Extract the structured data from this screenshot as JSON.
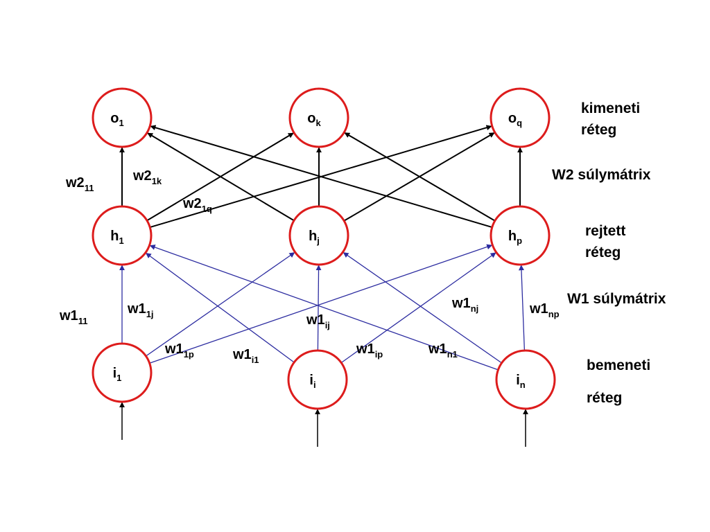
{
  "colors": {
    "node_stroke": "#dd1c1c",
    "output_edges": "#000000",
    "input_edges": "#2c2ca0",
    "text": "#000000"
  },
  "nodes": {
    "output": [
      {
        "id": "o1",
        "base": "o",
        "sub": "1"
      },
      {
        "id": "ok",
        "base": "o",
        "sub": "k"
      },
      {
        "id": "oq",
        "base": "o",
        "sub": "q"
      }
    ],
    "hidden": [
      {
        "id": "h1",
        "base": "h",
        "sub": "1"
      },
      {
        "id": "hj",
        "base": "h",
        "sub": "j"
      },
      {
        "id": "hp",
        "base": "h",
        "sub": "p"
      }
    ],
    "input": [
      {
        "id": "i1",
        "base": "i",
        "sub": "1"
      },
      {
        "id": "ii",
        "base": "i",
        "sub": "i"
      },
      {
        "id": "in",
        "base": "i",
        "sub": "n"
      }
    ]
  },
  "edges": {
    "hidden_to_output": [
      [
        "h1",
        "o1"
      ],
      [
        "h1",
        "ok"
      ],
      [
        "h1",
        "oq"
      ],
      [
        "hj",
        "o1"
      ],
      [
        "hj",
        "ok"
      ],
      [
        "hj",
        "oq"
      ],
      [
        "hp",
        "o1"
      ],
      [
        "hp",
        "ok"
      ],
      [
        "hp",
        "oq"
      ]
    ],
    "input_to_hidden": [
      [
        "i1",
        "h1"
      ],
      [
        "i1",
        "hj"
      ],
      [
        "i1",
        "hp"
      ],
      [
        "ii",
        "h1"
      ],
      [
        "ii",
        "hj"
      ],
      [
        "ii",
        "hp"
      ],
      [
        "in",
        "h1"
      ],
      [
        "in",
        "hj"
      ],
      [
        "in",
        "hp"
      ]
    ]
  },
  "weight_labels": [
    {
      "id": "w2_11",
      "base": "w2",
      "sub": "11"
    },
    {
      "id": "w2_1k",
      "base": "w2",
      "sub": "1k"
    },
    {
      "id": "w2_1q",
      "base": "w2",
      "sub": "1q"
    },
    {
      "id": "w1_11",
      "base": "w1",
      "sub": "11"
    },
    {
      "id": "w1_1j",
      "base": "w1",
      "sub": "1j"
    },
    {
      "id": "w1_1p",
      "base": "w1",
      "sub": "1p"
    },
    {
      "id": "w1_i1",
      "base": "w1",
      "sub": "i1"
    },
    {
      "id": "w1_ij",
      "base": "w1",
      "sub": "ij"
    },
    {
      "id": "w1_ip",
      "base": "w1",
      "sub": "ip"
    },
    {
      "id": "w1_n1",
      "base": "w1",
      "sub": "n1"
    },
    {
      "id": "w1_nj",
      "base": "w1",
      "sub": "nj"
    },
    {
      "id": "w1_np",
      "base": "w1",
      "sub": "np"
    }
  ],
  "layer_labels": {
    "output_line1": "kimeneti",
    "output_line2": "réteg",
    "w2_matrix": "W2 súlymátrix",
    "hidden_line1": "rejtett",
    "hidden_line2": "réteg",
    "w1_matrix": "W1 súlymátrix",
    "input_line1": "bemeneti",
    "input_line2": "réteg"
  }
}
